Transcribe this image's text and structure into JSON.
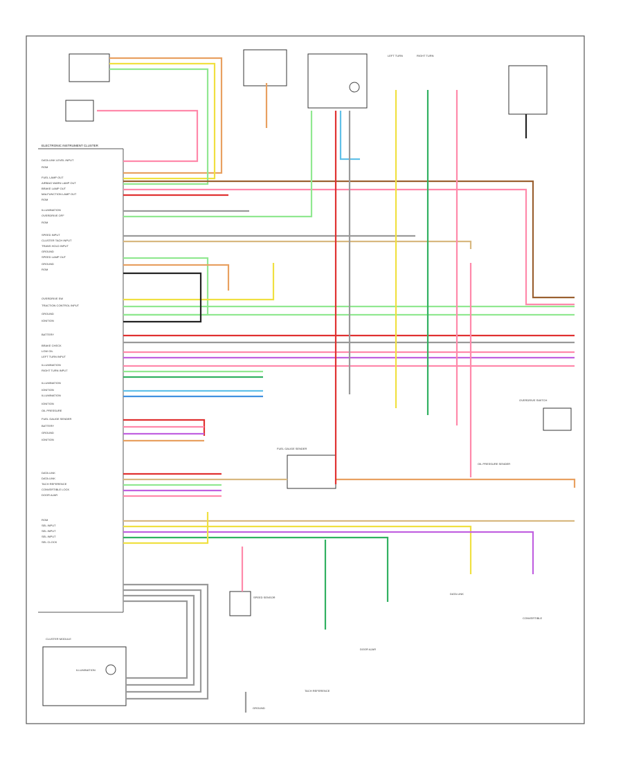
{
  "diagram": {
    "page_number": "",
    "cluster": {
      "title": "ELECTRONIC INSTRUMENT CLUSTER",
      "pin_labels": [
        "DATA LINK LEVEL INPUT",
        "ROM",
        "FUEL LAMP OUT",
        "AIRBAG WARN LAMP OUT",
        "BRAKE LAMP OUT",
        "MALFUNCTION LAMP OUT",
        "ROM",
        "ILLUMINATION",
        "OVERDRIVE OFF",
        "ROM",
        "SPEED INPUT",
        "CLUSTER TACH INPUT",
        "TRANS HOLD INPUT",
        "GROUND",
        "SPEED LAMP OUT",
        "GROUND",
        "ROM",
        "OVERDRIVE SW",
        "TRACTION CONTROL INPUT",
        "GROUND",
        "IGNITION",
        "BATTERY",
        "BRAKE CHECK",
        "LOW OIL",
        "LEFT TURN INPUT",
        "ILLUMINATION",
        "RIGHT TURN INPUT",
        "ILLUMINATION",
        "IGNITION",
        "ILLUMINATION",
        "IGNITION",
        "OIL PRESSURE",
        "FUEL GAUGE SENDER",
        "BATTERY",
        "GROUND",
        "IGNITION",
        "DATA LINK",
        "DATA LINK",
        "TACH REFERENCE",
        "CONVERTIBLE LOCK",
        "DOOR AJAR",
        "ROM",
        "SEL INPUT",
        "SEL INPUT",
        "SEL INPUT",
        "SEL CLOCK"
      ]
    },
    "components": {
      "indicator_switch": "",
      "lamp_switch": "",
      "transmission": "",
      "power_distribution": "",
      "left_turn": "LEFT TURN",
      "right_turn": "RIGHT TURN",
      "fuse_block": "",
      "main_relay": "",
      "fuel_sender": "FUEL GAUGE SENDER",
      "overdrive_switch": "OVERDRIVE SWITCH",
      "oil_pressure": "OIL PRESSURE SENDER",
      "trans_sensor": "",
      "cluster_module": "CLUSTER MODULE",
      "illumination": "ILLUMINATION",
      "speed_sensor": "SPEED SENSOR",
      "ground_note": "GROUND",
      "tach_ref": "TACH REFERENCE",
      "door_ajar": "DOOR AJAR",
      "data_link": "DATA LINK",
      "convertible": "CONVERTIBLE"
    },
    "wire_colors": {
      "orange": "#e8a060",
      "red": "#e03030",
      "pink": "#ff88aa",
      "yellow": "#f0e040",
      "lt_green": "#90e890",
      "green": "#30b060",
      "blue": "#4090e0",
      "lt_blue": "#60c0e8",
      "violet": "#c060e0",
      "black": "#222222",
      "gray": "#999999",
      "tan": "#d8b880",
      "white": "#cccccc",
      "brown": "#9a6030"
    }
  }
}
